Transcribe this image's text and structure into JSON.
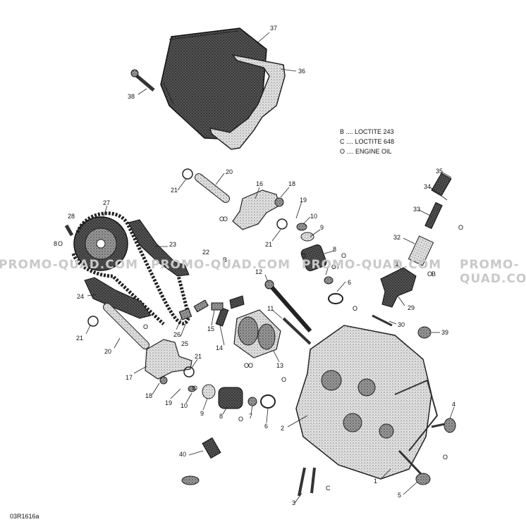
{
  "legend": [
    {
      "code": "B",
      "text": "LOCTITE 243"
    },
    {
      "code": "C",
      "text": "LOCTITE 648"
    },
    {
      "code": "O",
      "text": "ENGINE OIL"
    }
  ],
  "watermark": "PROMO-QUAD.COM",
  "diagram_id": "03R1616a",
  "callouts": {
    "c1": "1",
    "c2": "2",
    "c3": "3",
    "c4": "4",
    "c5": "5",
    "c6a": "6",
    "c6b": "6",
    "c7a": "7",
    "c7b": "7",
    "c8a": "8",
    "c8b": "8",
    "c9a": "9",
    "c9b": "9",
    "c10a": "10",
    "c10b": "10",
    "c11": "11",
    "c12": "12",
    "c13": "13",
    "c14": "14",
    "c15": "15",
    "c16": "16",
    "c17": "17",
    "c18a": "18",
    "c18b": "18",
    "c19a": "19",
    "c19b": "19",
    "c20a": "20",
    "c20b": "20",
    "c21a": "21",
    "c21b": "21",
    "c21c": "21",
    "c21d": "21",
    "c22": "22",
    "c23": "23",
    "c24": "24",
    "c25": "25",
    "c26": "26",
    "c27": "27",
    "c28": "28",
    "c29": "29",
    "c30": "30",
    "c31": "31",
    "c32": "32",
    "c33": "33",
    "c34": "34",
    "c35": "35",
    "c36": "36",
    "c37": "37",
    "c38": "38",
    "c39": "39",
    "c40": "40"
  },
  "markers": {
    "B": "B",
    "C": "C",
    "O": "O"
  }
}
